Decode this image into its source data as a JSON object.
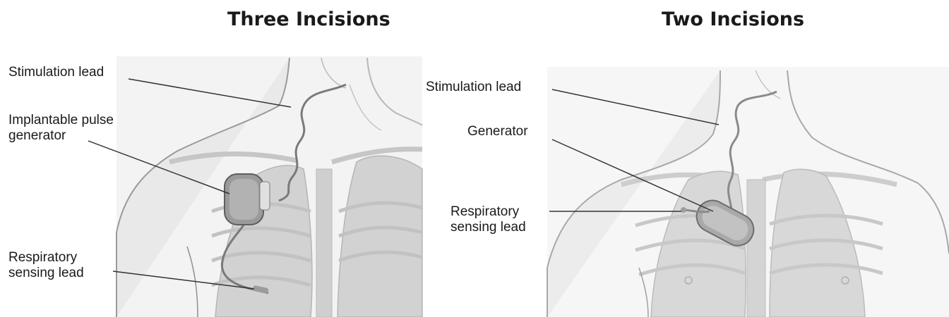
{
  "panels": [
    {
      "title": "Three Incisions",
      "labels": {
        "stimulation_lead": "Stimulation lead",
        "generator": "Implantable pulse\ngenerator",
        "sensing_lead": "Respiratory\nsensing lead"
      }
    },
    {
      "title": "Two Incisions",
      "labels": {
        "stimulation_lead": "Stimulation lead",
        "generator": "Generator",
        "sensing_lead": "Respiratory\nsensing lead"
      }
    }
  ]
}
